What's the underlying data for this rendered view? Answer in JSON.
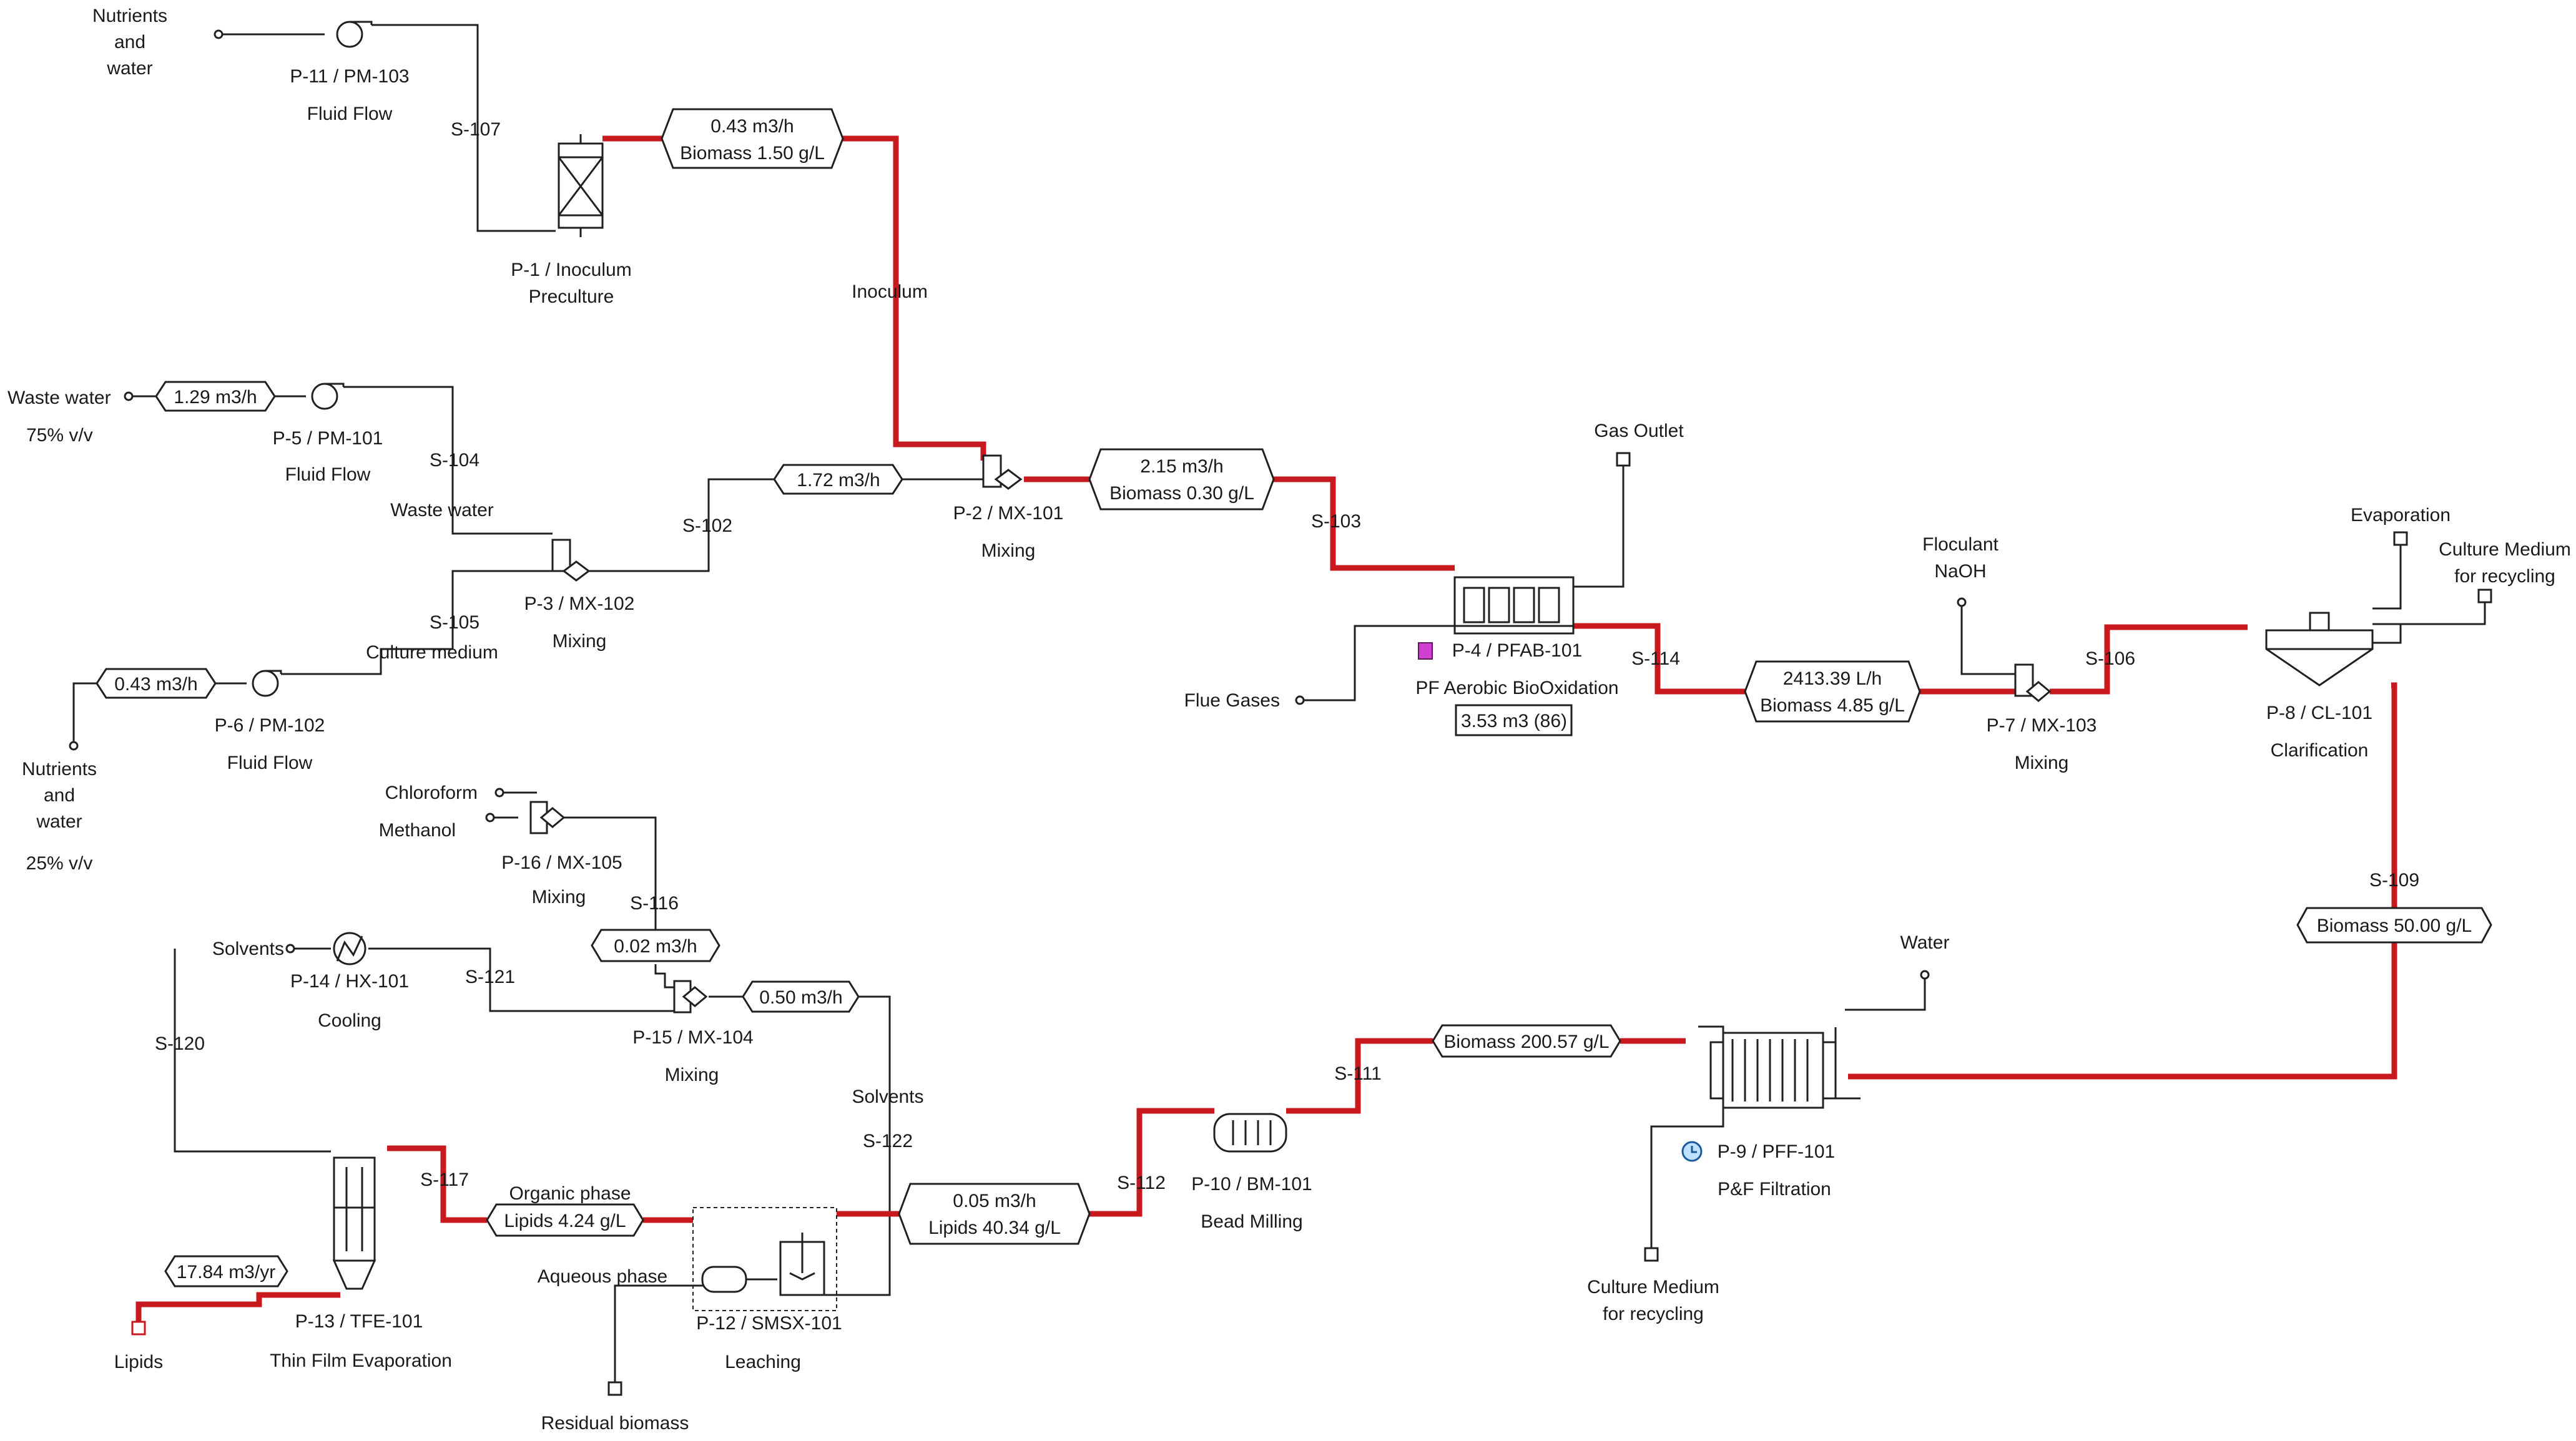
{
  "colors": {
    "main_stream": "#c8191f",
    "utility_stream": "#202020",
    "background": "#ffffff"
  },
  "sources": {
    "nutrients_water_top": [
      "Nutrients",
      "and",
      "water"
    ],
    "waste_water": "Waste water",
    "waste_water_fraction": "75% v/v",
    "nutrients_water_bottom": [
      "Nutrients",
      "and",
      "water"
    ],
    "nutrients_water_fraction": "25% v/v",
    "flue_gases": "Flue Gases",
    "chloroform": "Chloroform",
    "methanol": "Methanol",
    "solvents_in": "Solvents",
    "floculant": [
      "Floculant",
      "NaOH"
    ],
    "water": "Water"
  },
  "outlets": {
    "gas_outlet": "Gas Outlet",
    "evaporation": "Evaporation",
    "culture_medium_recycle_1": [
      "Culture Medium",
      "for recycling"
    ],
    "culture_medium_recycle_2": [
      "Culture Medium",
      "for recycling"
    ],
    "lipids": "Lipids",
    "residual_biomass": "Residual biomass"
  },
  "units": {
    "p11": {
      "tag": "P-11 / PM-103",
      "desc": "Fluid Flow"
    },
    "p1": {
      "tag": "P-1 / Inoculum",
      "desc": "Preculture"
    },
    "p5": {
      "tag": "P-5 / PM-101",
      "desc": "Fluid Flow"
    },
    "p3": {
      "tag": "P-3 / MX-102",
      "desc": "Mixing"
    },
    "p6": {
      "tag": "P-6 / PM-102",
      "desc": "Fluid Flow"
    },
    "p2": {
      "tag": "P-2 / MX-101",
      "desc": "Mixing"
    },
    "p4": {
      "tag": "P-4 / PFAB-101",
      "desc": "PF Aerobic BioOxidation",
      "volume": "3.53 m3  (86)"
    },
    "p7": {
      "tag": "P-7 / MX-103",
      "desc": "Mixing"
    },
    "p8": {
      "tag": "P-8 / CL-101",
      "desc": "Clarification"
    },
    "p16": {
      "tag": "P-16 / MX-105",
      "desc": "Mixing"
    },
    "p14": {
      "tag": "P-14 / HX-101",
      "desc": "Cooling"
    },
    "p15": {
      "tag": "P-15 / MX-104",
      "desc": "Mixing"
    },
    "p13": {
      "tag": "P-13 / TFE-101",
      "desc": "Thin Film Evaporation"
    },
    "p12": {
      "tag": "P-12 / SMSX-101",
      "desc": "Leaching"
    },
    "p10": {
      "tag": "P-10 / BM-101",
      "desc": "Bead Milling"
    },
    "p9": {
      "tag": "P-9 / PFF-101",
      "desc": "P&F Filtration"
    }
  },
  "streams": {
    "s107": "S-107",
    "inoculum": "Inoculum",
    "s104": "S-104",
    "waste_water": "Waste water",
    "s105": "S-105",
    "culture_medium": "Culture medium",
    "s102": "S-102",
    "s103": "S-103",
    "s114": "S-114",
    "s106": "S-106",
    "s109": "S-109",
    "s116": "S-116",
    "s121": "S-121",
    "s120": "S-120",
    "solvents": "Solvents",
    "s122": "S-122",
    "s117": "S-117",
    "organic_phase": "Organic phase",
    "aqueous_phase": "Aqueous phase",
    "s112": "S-112",
    "s111": "S-111"
  },
  "flow_tags": {
    "inoculum_out": [
      "0.43 m3/h",
      "Biomass   1.50 g/L"
    ],
    "waste_water": "1.29 m3/h",
    "nutrients": "0.43 m3/h",
    "s102": "1.72 m3/h",
    "s103": [
      "2.15 m3/h",
      "Biomass   0.30 g/L"
    ],
    "s114": [
      "2413.39 L/h",
      "Biomass   4.85 g/L"
    ],
    "s109": "Biomass   50.00 g/L",
    "s116": "0.02 m3/h",
    "s122": "0.50 m3/h",
    "s111": "Biomass   200.57 g/L",
    "s112": [
      "0.05 m3/h",
      "Lipids   40.34 g/L"
    ],
    "s117": "Lipids   4.24 g/L",
    "lipids_out": "17.84 m3/yr"
  }
}
